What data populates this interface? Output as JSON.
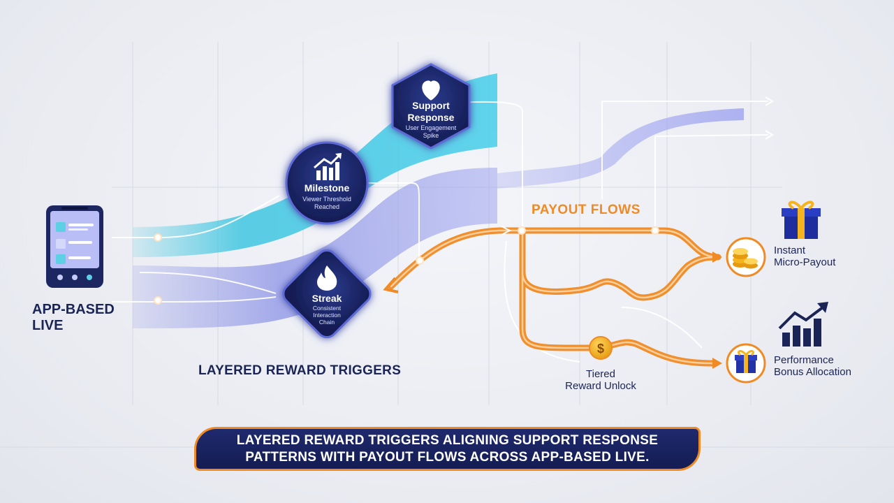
{
  "source": {
    "label_line1": "APP-BASED",
    "label_line2": "LIVE"
  },
  "triggers": {
    "section_label": "LAYERED REWARD TRIGGERS",
    "support": {
      "title_line1": "Support",
      "title_line2": "Response",
      "sub_line1": "User Engagement",
      "sub_line2": "Spike"
    },
    "milestone": {
      "title": "Milestone",
      "sub_line1": "Viewer Threshold",
      "sub_line2": "Reached"
    },
    "streak": {
      "title": "Streak",
      "sub_line1": "Consistent",
      "sub_line2": "Interaction",
      "sub_line3": "Chain"
    }
  },
  "payout": {
    "section_label": "PAYOUT FLOWS",
    "tiered": {
      "line1": "Tiered",
      "line2": "Reward Unlock"
    },
    "instant": {
      "line1": "Instant",
      "line2": "Micro-Payout"
    },
    "performance": {
      "line1": "Performance",
      "line2": "Bonus Allocation"
    }
  },
  "banner": {
    "line1": "LAYERED REWARD TRIGGERS ALIGNING SUPPORT RESPONSE",
    "line2": "PATTERNS WITH PAYOUT FLOWS ACROSS APP-BASED LIVE."
  },
  "colors": {
    "navy": "#1b2456",
    "teal": "#3fc6e0",
    "lavender": "#8c93e6",
    "orange": "#f08a24",
    "gold": "#f2b318"
  }
}
